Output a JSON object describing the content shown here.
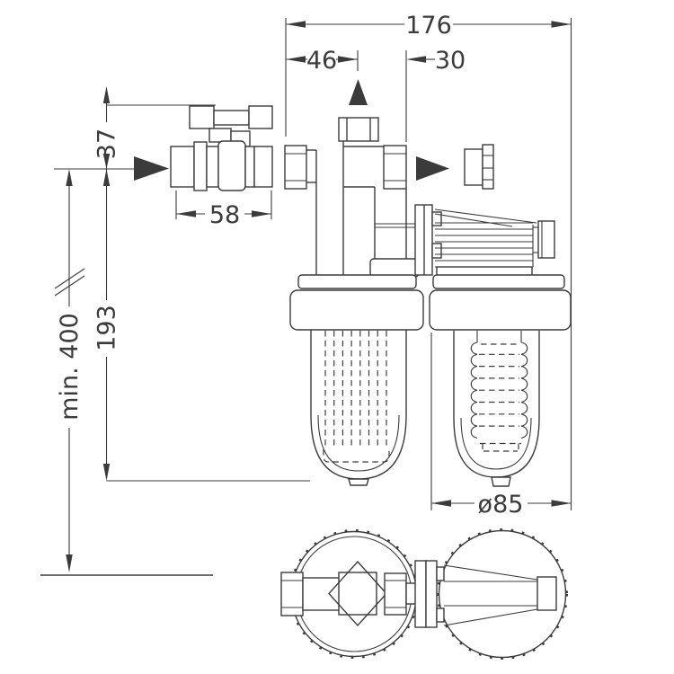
{
  "drawing": {
    "type": "technical-dimension-drawing",
    "subject": "duplex-water-filter-with-ball-valve",
    "background_color": "#ffffff",
    "line_color": "#3b3b3b",
    "views": [
      "front-elevation",
      "bottom-plan"
    ],
    "dimensions": {
      "overall_width": "176",
      "inlet_to_center": "46",
      "center_to_outlet": "30",
      "handle_height": "37",
      "valve_length": "58",
      "center_to_bowl_bottom": "193",
      "min_clearance": "min. 400",
      "bowl_diameter": "ø85"
    },
    "icons": {
      "flow_in": "right-filled-arrow",
      "flow_out": "right-filled-arrow",
      "vent": "up-filled-arrow"
    }
  }
}
